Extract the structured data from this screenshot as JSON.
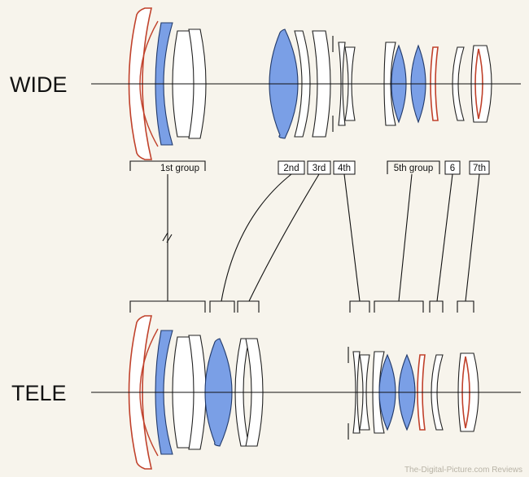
{
  "config": {
    "wide": "WIDE",
    "tele": "TELE"
  },
  "groups": {
    "g1": "1st group",
    "g2": "2nd",
    "g3": "3rd",
    "g4": "4th",
    "g5": "5th group",
    "g6": "6",
    "g7": "7th"
  },
  "watermark": "The-Digital-Picture.com Reviews",
  "colors": {
    "background": "#f7f4ec",
    "aspherical": "#c0412b",
    "special_glass": "#6f98e6",
    "outline": "#222222"
  }
}
